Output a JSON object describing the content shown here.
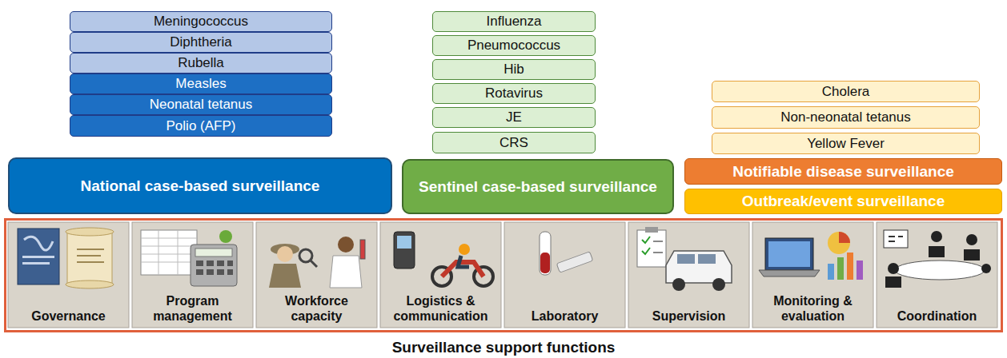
{
  "diagram": {
    "nodes": [
      {
        "text": [
          "Meningococcus"
        ]
      },
      {
        "text": [
          "Diphtheria"
        ]
      },
      {
        "text": [
          "Rubella"
        ]
      },
      {
        "text": [
          "Measles"
        ]
      },
      {
        "text": [
          "Neonatal tetanus"
        ]
      },
      {
        "text": [
          "Polio (AFP)"
        ]
      },
      {
        "text": [
          "National case-based surveillance"
        ]
      },
      {
        "text": [
          "Influenza"
        ]
      },
      {
        "text": [
          "Pneumococcus"
        ]
      },
      {
        "text": [
          "Hib"
        ]
      },
      {
        "text": [
          "Rotavirus"
        ]
      },
      {
        "text": [
          "JE"
        ]
      },
      {
        "text": [
          "CRS"
        ]
      },
      {
        "text": [
          "Sentinel case-based surveillance"
        ]
      },
      {
        "text": [
          "Cholera"
        ]
      },
      {
        "text": [
          "Non-neonatal tetanus"
        ]
      },
      {
        "text": [
          "Yellow Fever"
        ]
      },
      {
        "text": [
          "Notifiable disease surveillance"
        ]
      },
      {
        "text": [
          "Outbreak/event surveillance"
        ]
      },
      {
        "text": [
          "Surveillance support functions"
        ]
      },
      {
        "text": [
          "Governance"
        ],
        "in": 19
      },
      {
        "text": [
          "Program management"
        ],
        "in": 19
      },
      {
        "text": [
          "Workforce capacity"
        ],
        "in": 19
      },
      {
        "text": [
          "Logistics & communication"
        ],
        "in": 19
      },
      {
        "text": [
          "Laboratory"
        ],
        "in": 19
      },
      {
        "text": [
          "Supervision"
        ],
        "in": 19
      },
      {
        "text": [
          "Monitoring & evaluation"
        ],
        "in": 19
      },
      {
        "text": [
          "Coordination"
        ],
        "in": 19
      }
    ]
  }
}
